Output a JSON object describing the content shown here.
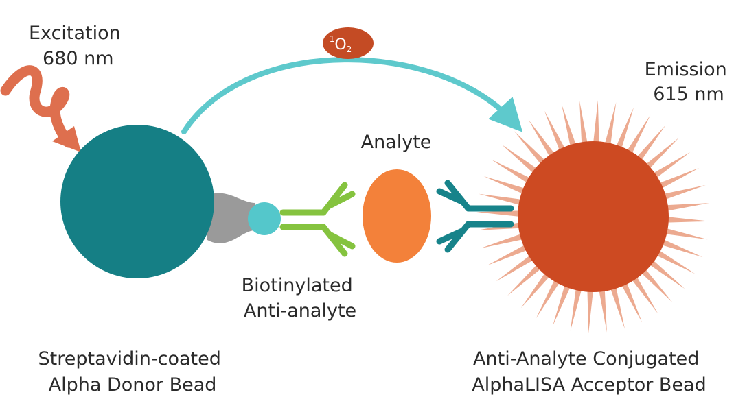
{
  "labels": {
    "excitation_line1": "Excitation",
    "excitation_line2": "680 nm",
    "emission_line1": "Emission",
    "emission_line2": "615 nm",
    "analyte": "Analyte",
    "biotinylated_line1": "Biotinylated",
    "biotinylated_line2": "Anti-analyte",
    "donor_line1": "Streptavidin-coated",
    "donor_line2": "Alpha Donor Bead",
    "acceptor_line1": "Anti-Analyte Conjugated",
    "acceptor_line2": "AlphaLISA Acceptor Bead"
  },
  "singlet_oxygen": {
    "superscript": "1",
    "element": "O",
    "subscript": "2"
  },
  "colors": {
    "donor_bead": "#157f85",
    "acceptor_bead": "#cd4a22",
    "acceptor_rays": "#ecaa90",
    "excitation_arrow": "#de6f4e",
    "transfer_arrow": "#5ec9cc",
    "streptavidin": "#9a9a9a",
    "biotin": "#54c7cb",
    "biotinylated_antibody": "#85c33f",
    "analyte": "#f3813a",
    "acceptor_antibody": "#17838a",
    "oxygen_badge": "#c44b24"
  },
  "icons": {
    "excitation": "squiggle-arrow-icon",
    "transfer": "curved-arrow-icon"
  }
}
